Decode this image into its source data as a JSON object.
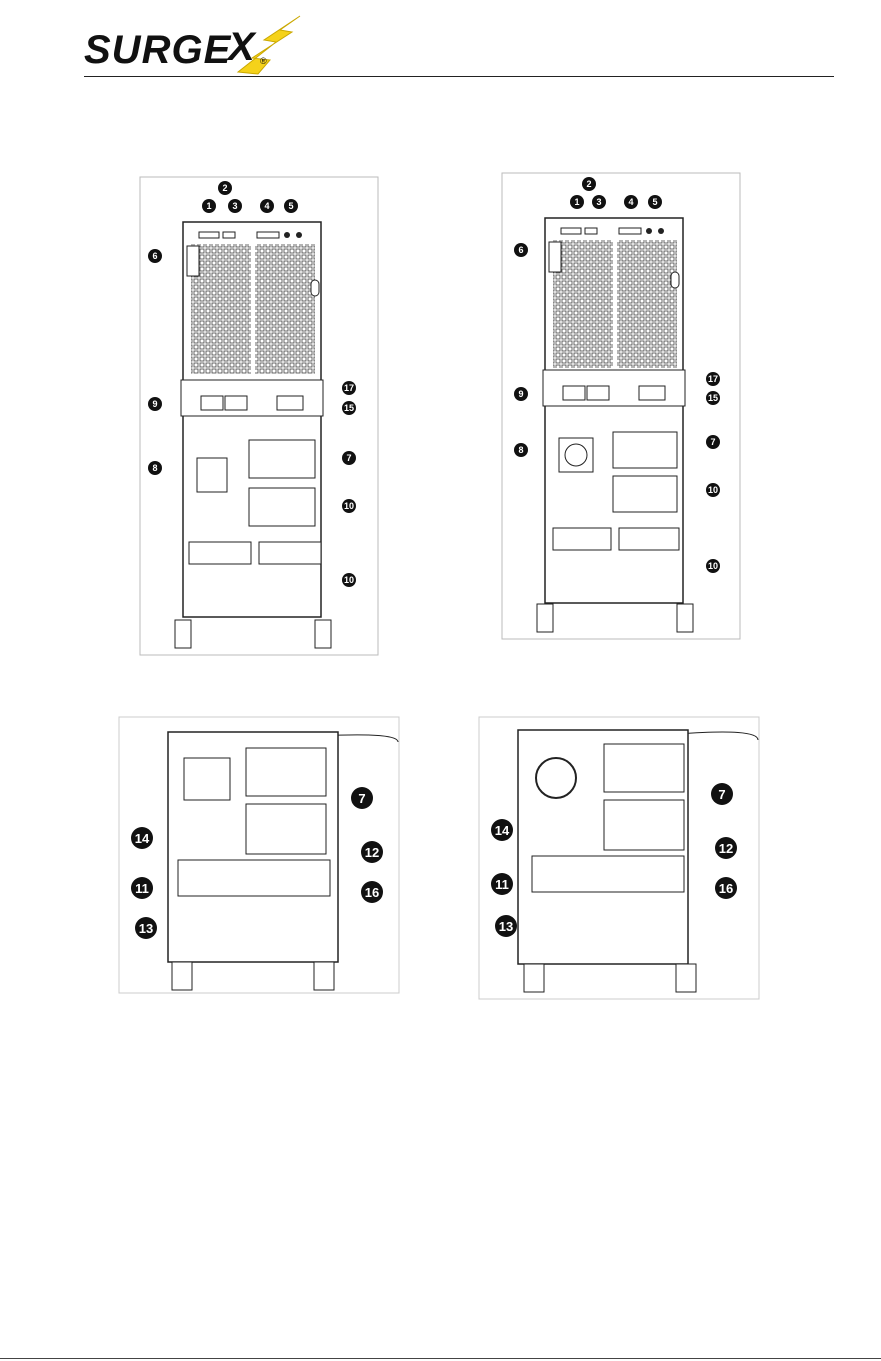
{
  "header": {
    "logo_text": "SURGE",
    "logo_mark": "X",
    "registered_mark": "®"
  },
  "figures": {
    "top_left_callouts": [
      "1",
      "2",
      "3",
      "4",
      "5",
      "6",
      "17",
      "9",
      "15",
      "8",
      "7",
      "10",
      "10"
    ],
    "top_right_callouts": [
      "1",
      "2",
      "3",
      "4",
      "5",
      "6",
      "17",
      "9",
      "15",
      "8",
      "7",
      "10",
      "10"
    ],
    "bottom_left_callouts": [
      "7",
      "14",
      "12",
      "11",
      "16",
      "13"
    ],
    "bottom_right_callouts": [
      "7",
      "14",
      "12",
      "11",
      "16",
      "13"
    ]
  },
  "colors": {
    "ink": "#111111",
    "accent": "#f5d21a",
    "panel": "#ffffff",
    "grille": "#333333"
  }
}
